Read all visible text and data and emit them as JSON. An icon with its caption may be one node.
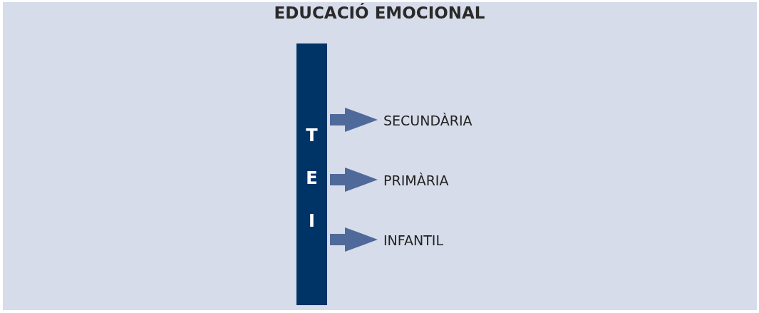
{
  "diagram": {
    "title": "EDUCACIÓ EMOCIONAL",
    "nodes": [
      {
        "text": [
          "T",
          "E",
          "I"
        ]
      },
      {
        "text": [
          "SECUNDÀRIA"
        ]
      },
      {
        "text": [
          "PRIMÀRIA"
        ]
      },
      {
        "text": [
          "INFANTIL"
        ]
      }
    ],
    "edges": [
      {
        "from": 0,
        "to": 1,
        "arrow": "to",
        "style": "thick"
      },
      {
        "from": 0,
        "to": 2,
        "arrow": "to",
        "style": "thick"
      },
      {
        "from": 0,
        "to": 3,
        "arrow": "to",
        "style": "thick"
      }
    ]
  }
}
